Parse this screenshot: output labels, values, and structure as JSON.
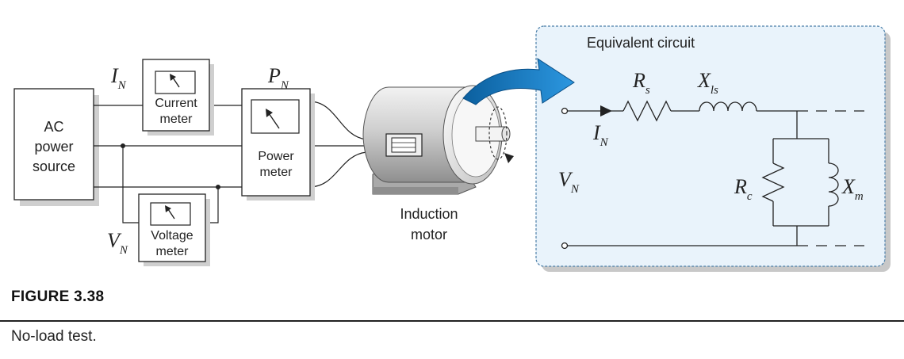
{
  "figure": {
    "number": "FIGURE 3.38",
    "caption": "No-load test."
  },
  "diagram": {
    "source": {
      "line1": "AC",
      "line2": "power",
      "line3": "source"
    },
    "current_meter": {
      "line1": "Current",
      "line2": "meter"
    },
    "power_meter": {
      "line1": "Power",
      "line2": "meter"
    },
    "voltage_meter": {
      "line1": "Voltage",
      "line2": "meter"
    },
    "motor": {
      "line1": "Induction",
      "line2": "motor"
    },
    "symbols": {
      "current": "I",
      "current_sub": "N",
      "power": "P",
      "power_sub": "N",
      "voltage": "V",
      "voltage_sub": "N"
    },
    "equivalent_circuit": {
      "title": "Equivalent circuit",
      "Rs": "R",
      "Rs_sub": "s",
      "Xls": "X",
      "Xls_sub": "ls",
      "Rc": "R",
      "Rc_sub": "c",
      "Xm": "X",
      "Xm_sub": "m",
      "In": "I",
      "In_sub": "N",
      "Vn": "V",
      "Vn_sub": "N"
    },
    "colors": {
      "panel_fill": "#e9f3fb",
      "panel_border": "#4a7ea8",
      "arrow_blue": "#1f7fc4",
      "shadow": "#cfcfcf",
      "line": "#222222"
    }
  }
}
